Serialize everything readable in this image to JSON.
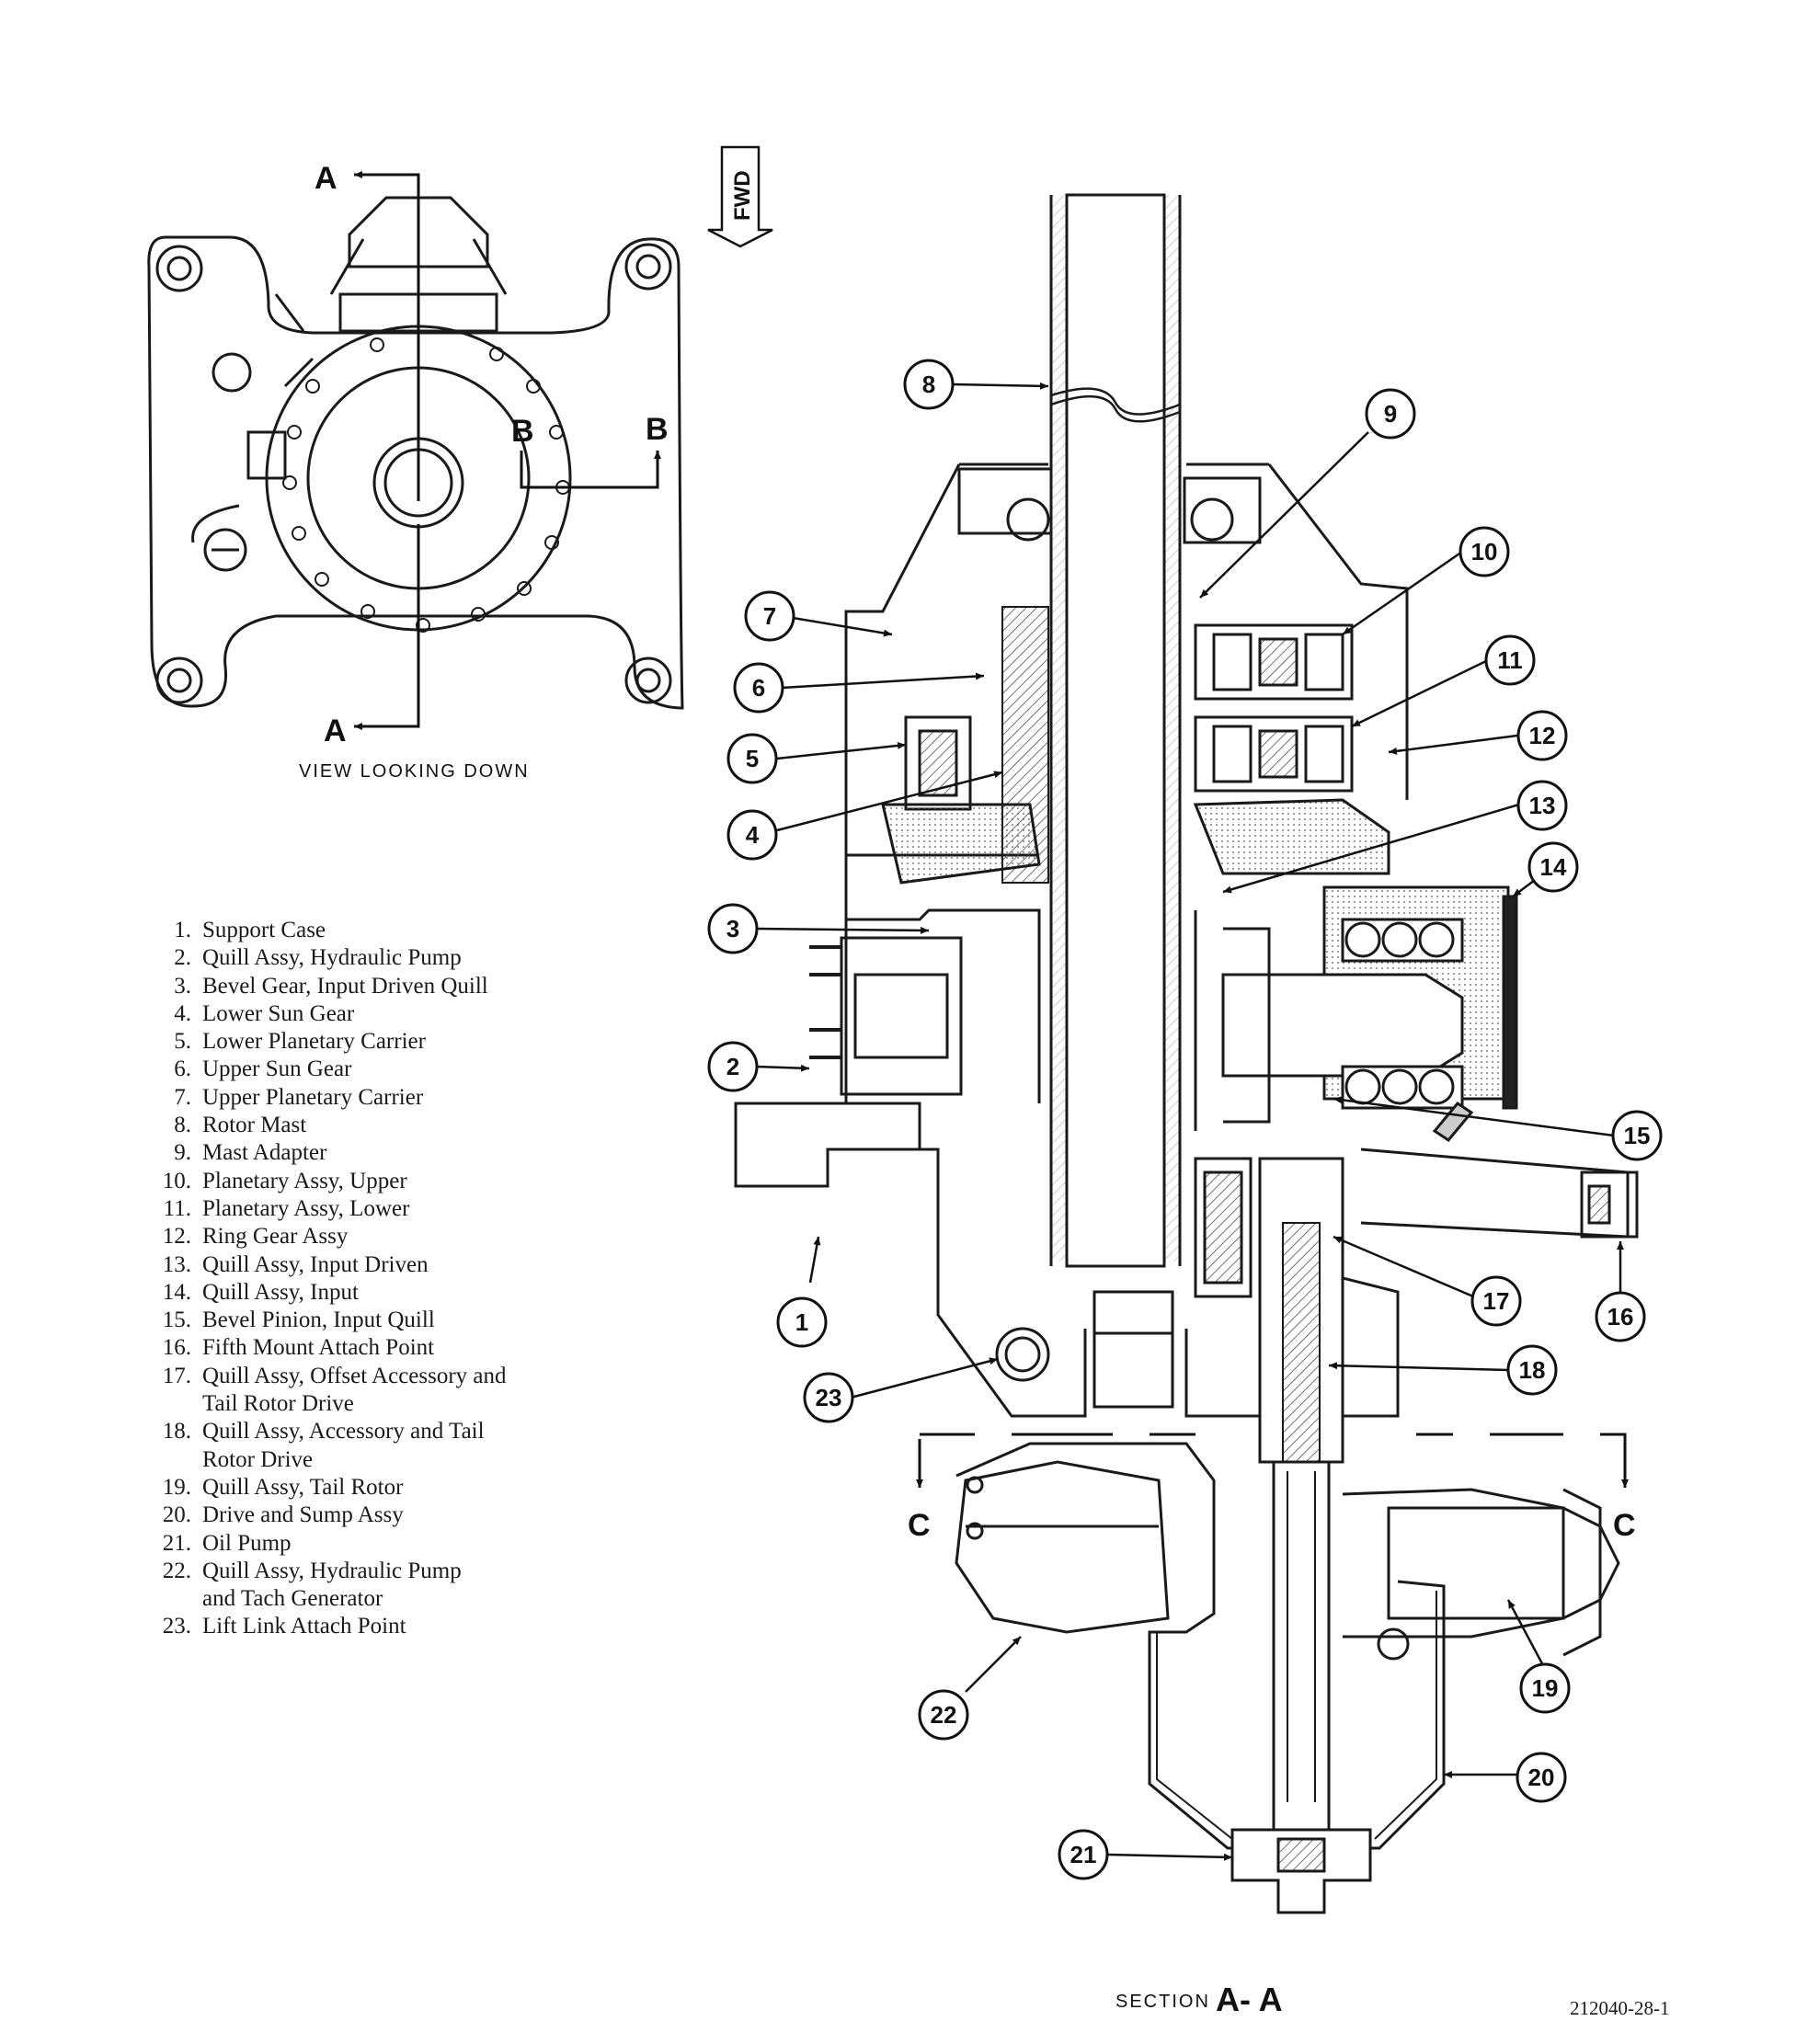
{
  "top_view": {
    "caption": "VIEW LOOKING DOWN",
    "section_marker_a": "A",
    "section_marker_b": "B",
    "fwd_label": "FWD"
  },
  "section": {
    "caption_prefix": "SECTION",
    "caption_name": "A- A",
    "side_marker_c": "C"
  },
  "callouts": [
    "1",
    "2",
    "3",
    "4",
    "5",
    "6",
    "7",
    "8",
    "9",
    "10",
    "11",
    "12",
    "13",
    "14",
    "15",
    "16",
    "17",
    "18",
    "19",
    "20",
    "21",
    "22",
    "23"
  ],
  "legend": [
    {
      "num": "1.",
      "text": "Support Case"
    },
    {
      "num": "2.",
      "text": "Quill Assy, Hydraulic Pump"
    },
    {
      "num": "3.",
      "text": "Bevel Gear, Input Driven Quill"
    },
    {
      "num": "4.",
      "text": "Lower Sun Gear"
    },
    {
      "num": "5.",
      "text": "Lower Planetary Carrier"
    },
    {
      "num": "6.",
      "text": "Upper Sun Gear"
    },
    {
      "num": "7.",
      "text": "Upper Planetary Carrier"
    },
    {
      "num": "8.",
      "text": "Rotor Mast"
    },
    {
      "num": "9.",
      "text": "Mast  Adapter"
    },
    {
      "num": "10.",
      "text": "Planetary Assy, Upper"
    },
    {
      "num": "11.",
      "text": "Planetary Assy, Lower"
    },
    {
      "num": "12.",
      "text": "Ring Gear Assy"
    },
    {
      "num": "13.",
      "text": "Quill Assy, Input Driven"
    },
    {
      "num": "14.",
      "text": "Quill Assy, Input"
    },
    {
      "num": "15.",
      "text": "Bevel Pinion, Input Quill"
    },
    {
      "num": "16.",
      "text": "Fifth Mount Attach Point"
    },
    {
      "num": "17.",
      "text": "Quill Assy, Offset Accessory and"
    },
    {
      "num": "",
      "text": "Tail Rotor Drive"
    },
    {
      "num": "18.",
      "text": "Quill Assy, Accessory and Tail"
    },
    {
      "num": "",
      "text": "Rotor Drive"
    },
    {
      "num": "19.",
      "text": "Quill Assy, Tail Rotor"
    },
    {
      "num": "20.",
      "text": "Drive and Sump Assy"
    },
    {
      "num": "21.",
      "text": "Oil Pump"
    },
    {
      "num": "22.",
      "text": "Quill Assy, Hydraulic Pump"
    },
    {
      "num": "",
      "text": "and Tach Generator"
    },
    {
      "num": "23.",
      "text": "Lift Link Attach Point"
    }
  ],
  "figure_number": "212040-28-1"
}
